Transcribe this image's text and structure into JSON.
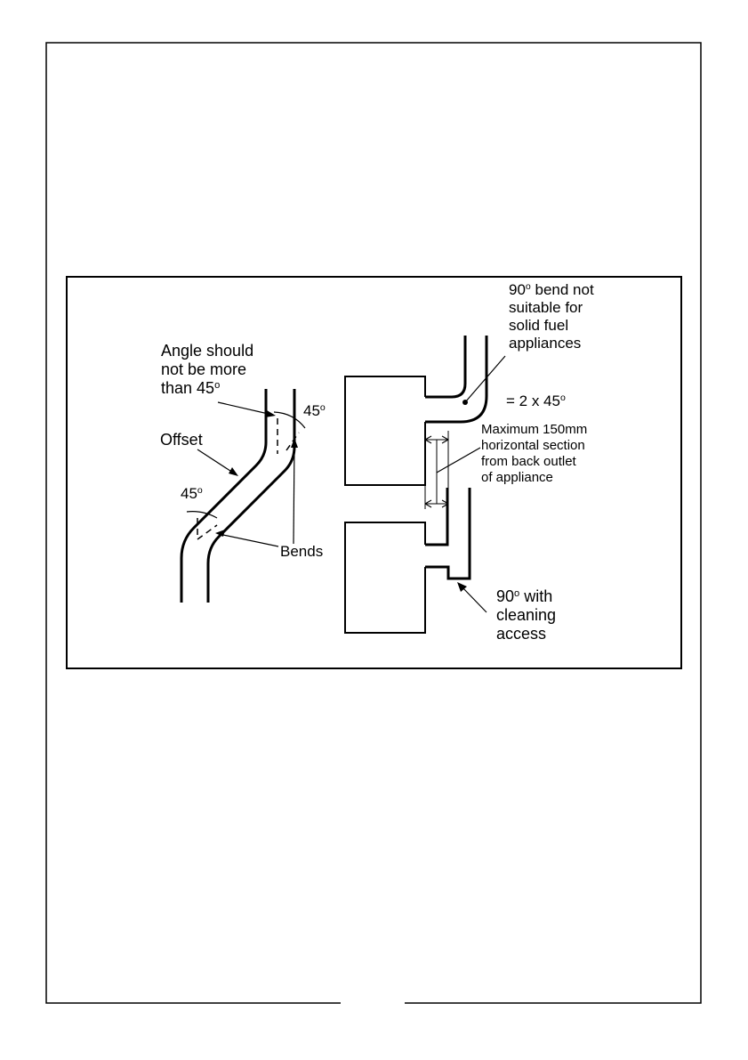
{
  "page": {
    "background": "#ffffff",
    "line_color": "#000000"
  },
  "figure": {
    "left_diagram": {
      "angle_note": "Angle should\nnot be more\nthan 45",
      "angle_note_sup": "o",
      "angle_top": "45",
      "angle_top_sup": "o",
      "angle_bottom": "45",
      "angle_bottom_sup": "o",
      "offset_label": "Offset",
      "bends_label": "Bends"
    },
    "right_diagram": {
      "bend_note_prefix": "90",
      "bend_note_sup": "o",
      "bend_note_rest": " bend not\nsuitable for\nsolid fuel\nappliances",
      "equivalence_prefix": "= 2 x 45",
      "equivalence_sup": "o",
      "horizontal_note": "Maximum 150mm\nhorizontal section\nfrom back outlet\nof appliance",
      "cleaning_prefix": "90",
      "cleaning_sup": "o",
      "cleaning_rest": " with\ncleaning\naccess"
    }
  }
}
